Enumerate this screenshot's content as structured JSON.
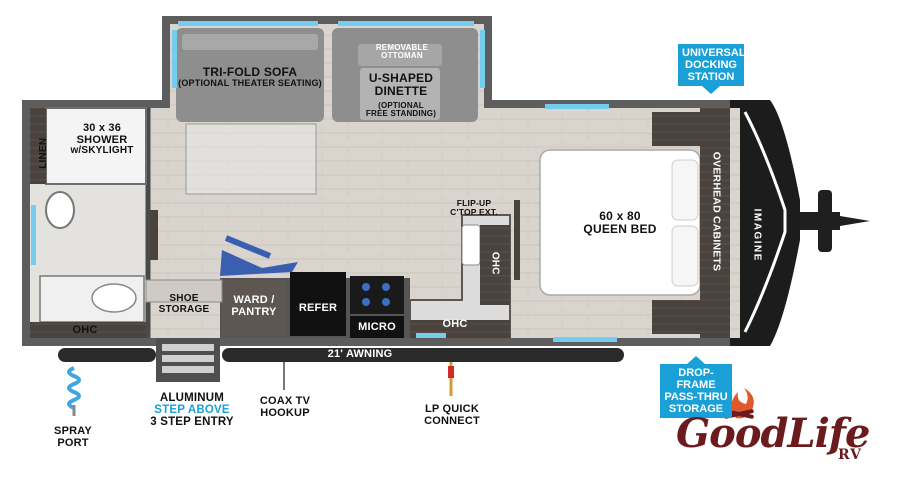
{
  "rooms": {
    "shower": [
      "30 x 36",
      "SHOWER",
      "w/SKYLIGHT"
    ],
    "linen": "LINEN",
    "ohc_bath": "OHC",
    "sofa": [
      "TRI-FOLD SOFA",
      "(OPTIONAL THEATER SEATING)"
    ],
    "ottoman": [
      "REMOVABLE",
      "OTTOMAN"
    ],
    "dinette": [
      "U-SHAPED",
      "DINETTE"
    ],
    "dinette_note": [
      "(OPTIONAL",
      "FREE STANDING)"
    ],
    "flip_up": [
      "FLIP-UP",
      "C'TOP EXT."
    ],
    "ohc_kitchen_side": "OHC",
    "queen_bed": [
      "60 x 80",
      "QUEEN BED"
    ],
    "overhead_cabinets": "OVERHEAD CABINETS",
    "brand_badge": "IMAGINE",
    "shoe_storage": [
      "SHOE",
      "STORAGE"
    ],
    "ward_pantry": [
      "WARD /",
      "PANTRY"
    ],
    "refer": "REFER",
    "micro": "MICRO",
    "ohc_kitchen": "OHC",
    "awning": "21' AWNING"
  },
  "callouts": {
    "universal_docking": [
      "UNIVERSAL",
      "DOCKING",
      "STATION"
    ],
    "drop_frame": [
      "DROP-FRAME",
      "PASS-THRU",
      "STORAGE"
    ]
  },
  "exterior": {
    "spray_port": [
      "SPRAY",
      "PORT"
    ],
    "entry": [
      "ALUMINUM",
      "STEP ABOVE",
      "3 STEP ENTRY"
    ],
    "coax": [
      "COAX TV",
      "HOOKUP"
    ],
    "lp": [
      "LP QUICK",
      "CONNECT"
    ]
  },
  "logo": {
    "text": "GoodLife",
    "suffix": "RV"
  },
  "colors": {
    "wall": "#5d5d5d",
    "floor": "#d8d4cc",
    "cabinet": "#4e4740",
    "window": "#74cdee",
    "accent": "#1aa0d6",
    "logo": "#6b1a1d"
  }
}
